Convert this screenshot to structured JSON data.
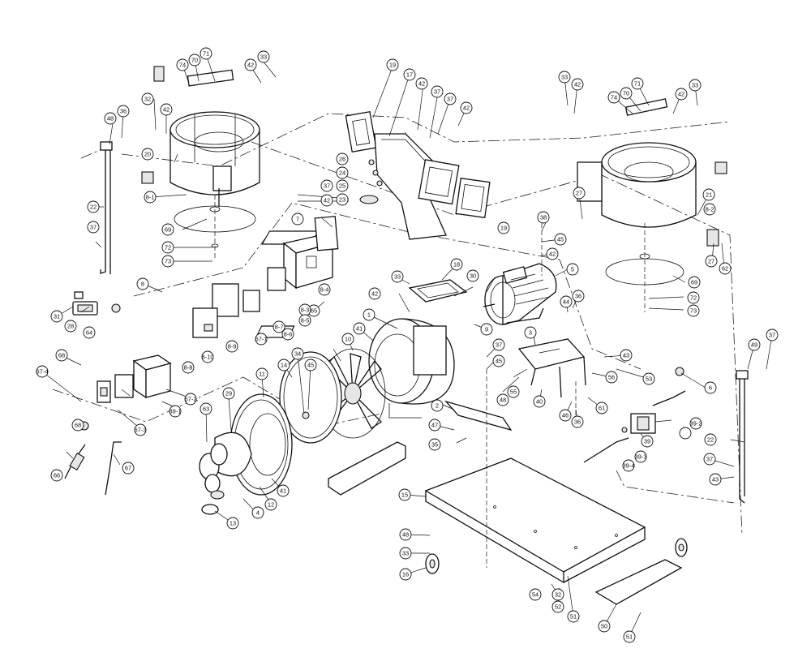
{
  "diagram": {
    "type": "exploded parts diagram",
    "callouts": [
      "1",
      "2",
      "3",
      "4",
      "5",
      "6",
      "7",
      "8",
      "9",
      "10",
      "11",
      "12",
      "13",
      "14",
      "15",
      "16",
      "17",
      "18",
      "19",
      "19",
      "20",
      "21",
      "22",
      "22",
      "23",
      "24",
      "25",
      "26",
      "27",
      "27",
      "28",
      "29",
      "30",
      "31",
      "32",
      "32",
      "33",
      "33",
      "33",
      "33",
      "33",
      "34",
      "35",
      "36",
      "36",
      "36",
      "37",
      "37",
      "37",
      "37",
      "37",
      "37",
      "37",
      "38",
      "39",
      "40",
      "41",
      "41",
      "42",
      "42",
      "42",
      "42",
      "42",
      "42",
      "42",
      "42",
      "42",
      "43",
      "43",
      "44",
      "45",
      "45",
      "45",
      "46",
      "47",
      "48",
      "48",
      "48",
      "49",
      "50",
      "51",
      "51",
      "52",
      "53",
      "54",
      "55",
      "56",
      "61",
      "62",
      "63",
      "64",
      "65",
      "66",
      "67",
      "68",
      "68",
      "69",
      "69",
      "70",
      "70",
      "71",
      "71",
      "72",
      "72",
      "73",
      "73",
      "74",
      "74",
      "8-1",
      "8-2",
      "8-3",
      "8-4",
      "8-5",
      "8-6",
      "8-7",
      "8-8",
      "8-9",
      "8-10",
      "67-1",
      "67-2",
      "67-3",
      "67-4",
      "39-1",
      "39-2",
      "39-3",
      "39-4"
    ]
  }
}
